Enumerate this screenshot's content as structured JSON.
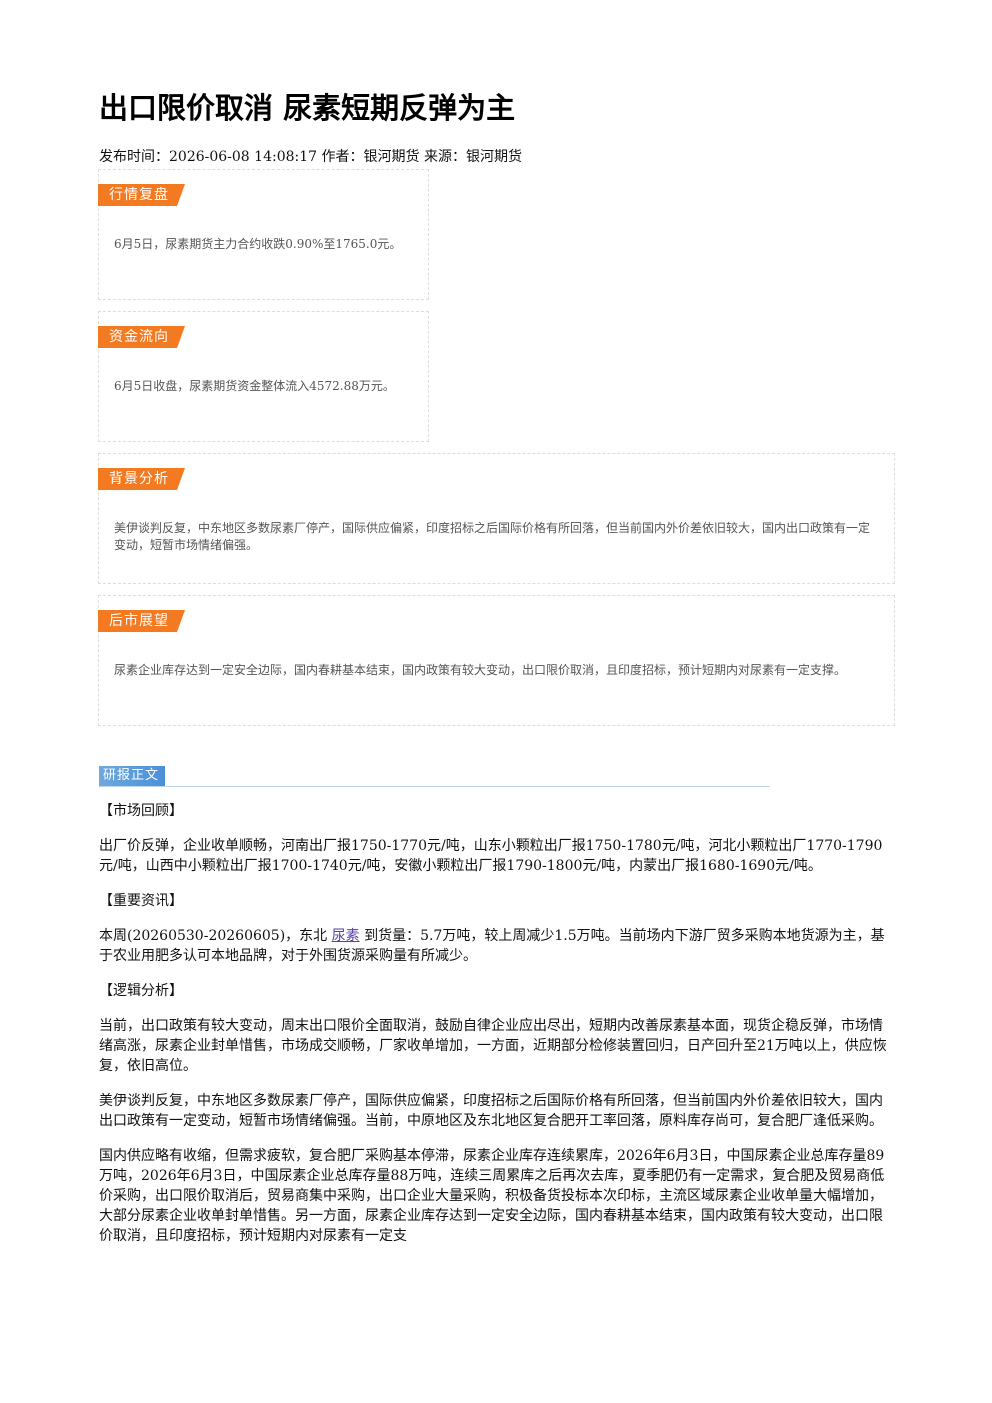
{
  "article": {
    "title": "出口限价取消 尿素短期反弹为主",
    "meta": "发布时间：2026-06-08 14:08:17 作者：银河期货 来源：银河期货"
  },
  "cards": [
    {
      "tag": "行情复盘",
      "text": "6月5日，尿素期货主力合约收跌0.90%至1765.0元。"
    },
    {
      "tag": "资金流向",
      "text": "6月5日收盘，尿素期货资金整体流入4572.88万元。"
    },
    {
      "tag": "背景分析",
      "text": "美伊谈判反复，中东地区多数尿素厂停产，国际供应偏紧，印度招标之后国际价格有所回落，但当前国内外价差依旧较大，国内出口政策有一定变动，短暂市场情绪偏强。"
    },
    {
      "tag": "后市展望",
      "text": "尿素企业库存达到一定安全边际，国内春耕基本结束，国内政策有较大变动，出口限价取消，且印度招标，预计短期内对尿素有一定支撑。"
    }
  ],
  "report": {
    "label": "研报正文",
    "h1": "【市场回顾】",
    "p1": "出厂价反弹，企业收单顺畅，河南出厂报1750-1770元/吨，山东小颗粒出厂报1750-1780元/吨，河北小颗粒出厂1770-1790元/吨，山西中小颗粒出厂报1700-1740元/吨，安徽小颗粒出厂报1790-1800元/吨，内蒙出厂报1680-1690元/吨。",
    "h2": "【重要资讯】",
    "p2_before": "本周(20260530-20260605)，东北 ",
    "p2_link": "尿素",
    "p2_after": " 到货量：5.7万吨，较上周减少1.5万吨。当前场内下游厂贸多采购本地货源为主，基于农业用肥多认可本地品牌，对于外围货源采购量有所减少。",
    "h3": "【逻辑分析】",
    "p3": "当前，出口政策有较大变动，周末出口限价全面取消，鼓励自律企业应出尽出，短期内改善尿素基本面，现货企稳反弹，市场情绪高涨，尿素企业封单惜售，市场成交顺畅，厂家收单增加，一方面，近期部分检修装置回归，日产回升至21万吨以上，供应恢复，依旧高位。",
    "p4": "美伊谈判反复，中东地区多数尿素厂停产，国际供应偏紧，印度招标之后国际价格有所回落，但当前国内外价差依旧较大，国内出口政策有一定变动，短暂市场情绪偏强。当前，中原地区及东北地区复合肥开工率回落，原料库存尚可，复合肥厂逢低采购。",
    "p5": "国内供应略有收缩，但需求疲软，复合肥厂采购基本停滞，尿素企业库存连续累库，2026年6月3日，中国尿素企业总库存量89万吨，2026年6月3日，中国尿素企业总库存量88万吨，连续三周累库之后再次去库，夏季肥仍有一定需求，复合肥及贸易商低价采购，出口限价取消后，贸易商集中采购，出口企业大量采购，积极备货投标本次印标，主流区域尿素企业收单量大幅增加，大部分尿素企业收单封单惜售。另一方面，尿素企业库存达到一定安全边际，国内春耕基本结束，国内政策有较大变动，出口限价取消，且印度招标，预计短期内对尿素有一定支"
  }
}
